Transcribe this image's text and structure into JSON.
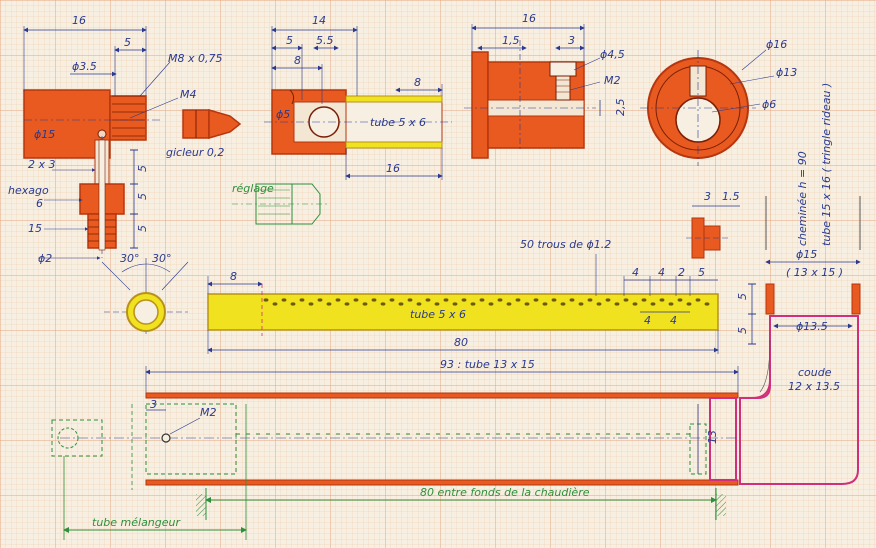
{
  "colors": {
    "paper": "#f6efe2",
    "grid_minor": "#f0c9a6",
    "grid_major": "#e7a77d",
    "ink_blue": "#2b3a8f",
    "copper": "#e85a1f",
    "copper_dark": "#b5360f",
    "brass": "#f1e21f",
    "green": "#2f8f3a",
    "magenta": "#d0307b"
  },
  "labels": {
    "d16a": "16",
    "d5a": "5",
    "phi35": "ϕ3.5",
    "m8": "M8 x 0,75",
    "m4": "M4",
    "phi15": "ϕ15",
    "gicleur": "gicleur 0,2",
    "x2x3": "2 x 3",
    "hexago": "hexago",
    "h6": "6",
    "v5a": "5",
    "v5b": "5",
    "v5c": "5",
    "v15": "15",
    "phi2": "ϕ2",
    "a30a": "30°",
    "a30b": "30°",
    "d14": "14",
    "d5b": "5",
    "d55": "5.5",
    "d8a": "8",
    "phi5": "ϕ5",
    "d8b": "8",
    "tube5x6a": "tube 5 x 6",
    "d16b": "16",
    "reglage": "réglage",
    "d16c": "16",
    "d15a": "1,5",
    "d3a": "3",
    "phi45": "ϕ4,5",
    "m2": "M2",
    "d25": "2,5",
    "phi16": "ϕ16",
    "phi13": "ϕ13",
    "phi6": "ϕ6",
    "cheminee": "cheminée h = 90",
    "tube15x16": "tube 15 x 16 ( tringle rideau )",
    "d3b": "3",
    "d15b": "1.5",
    "trous": "50 trous de ϕ1.2",
    "d4a": "4",
    "d4b": "4",
    "d2": "2",
    "d5c": "5",
    "d8c": "8",
    "tube5x6b": "tube 5 x 6",
    "d4c": "4",
    "d4d": "4",
    "d80": "80",
    "phi15b": "ϕ15",
    "p13x15": "( 13 x 15 )",
    "v5d": "5",
    "v5e": "5",
    "phi135": "ϕ13.5",
    "coude": "coude",
    "coude2": "12 x 13.5",
    "d93": "93 : tube 13 x 15",
    "d3c": "3",
    "m2b": "M2",
    "v13": "13",
    "fonds": "80 entre fonds de la chaudière",
    "melangeur": "tube mélangeur"
  }
}
